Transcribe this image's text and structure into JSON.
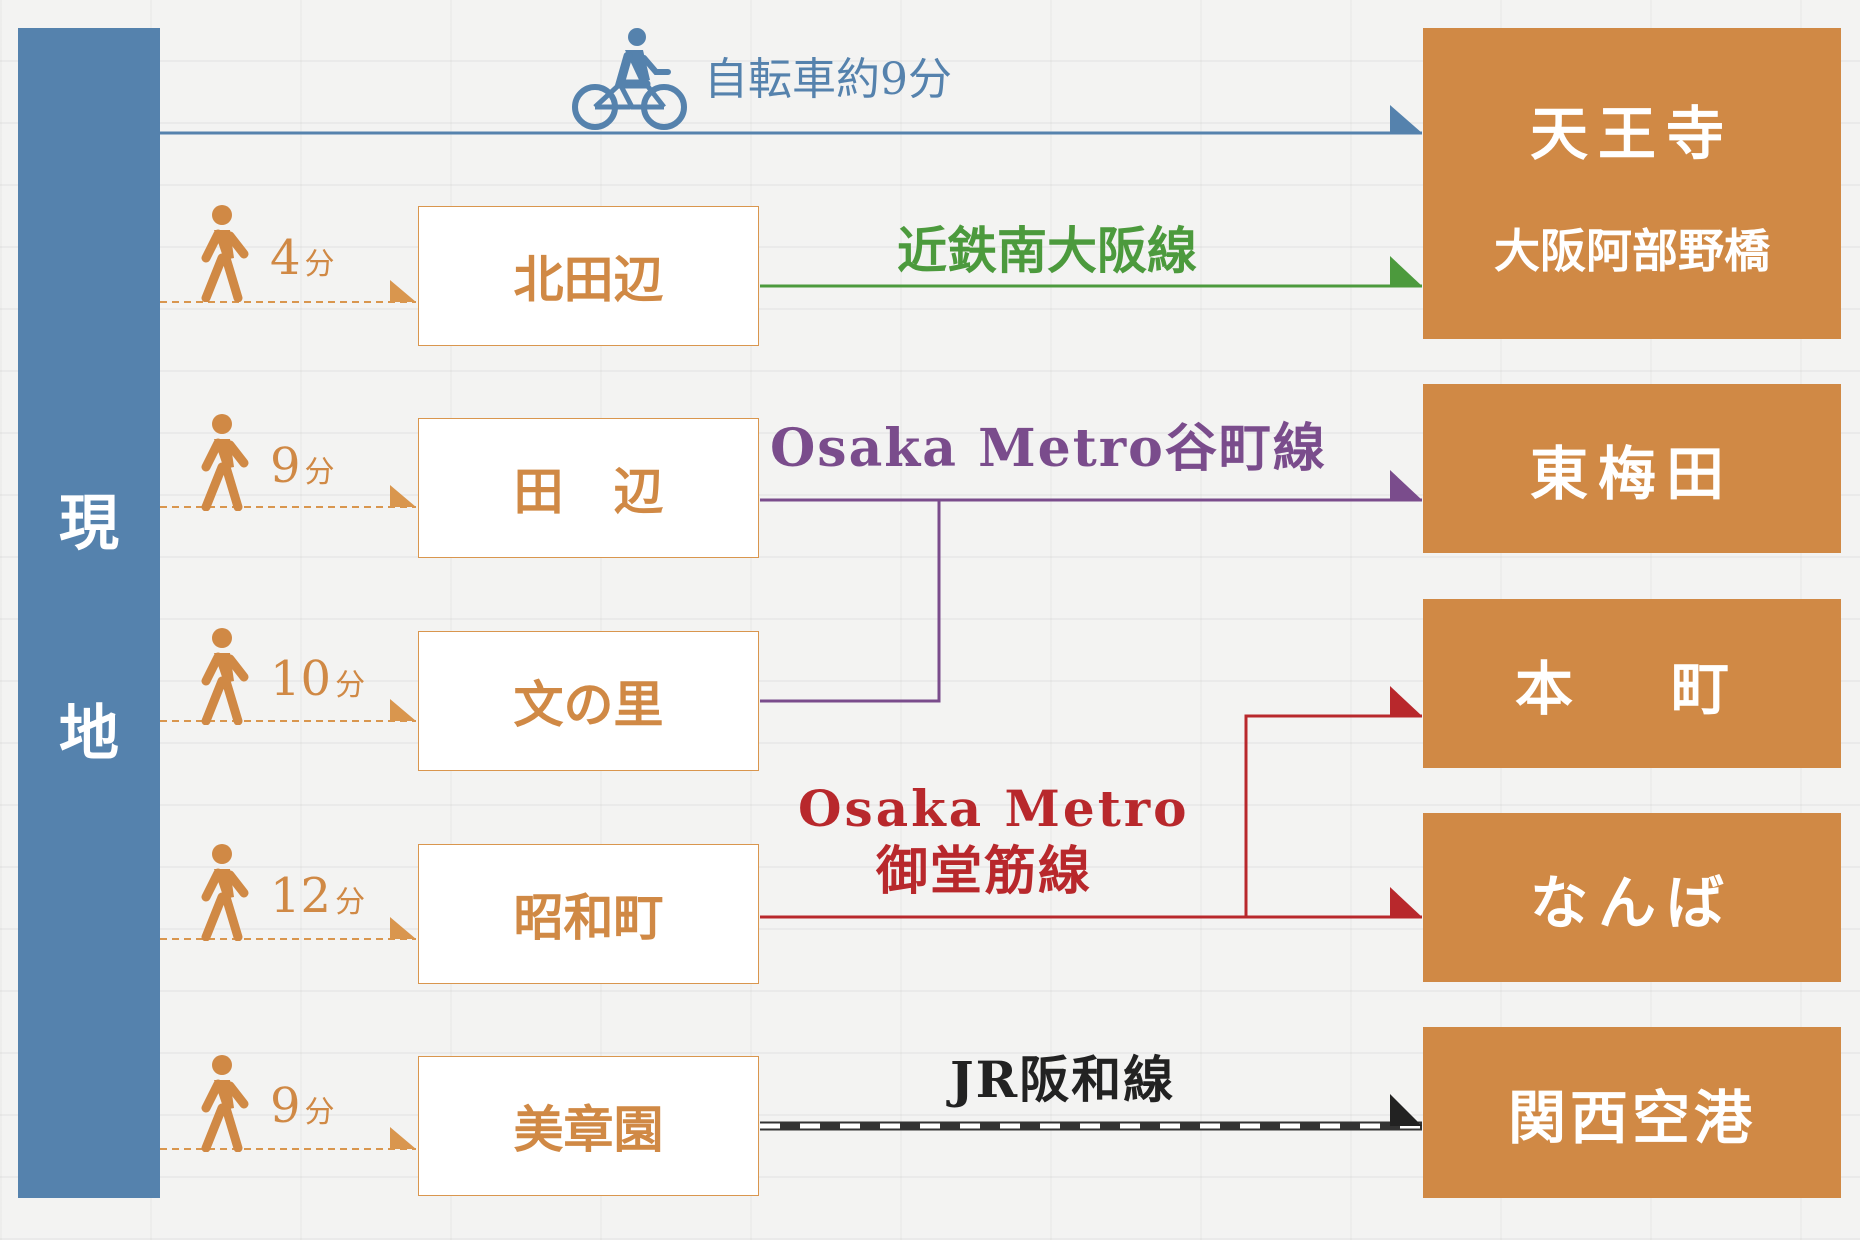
{
  "origin": {
    "chars": [
      "現",
      "地"
    ]
  },
  "bicycle": {
    "label": "自転車約9分",
    "color": "#5582ad"
  },
  "walk_unit": "分",
  "stations": [
    {
      "name": "北田辺",
      "walk_minutes": "4"
    },
    {
      "name": "田　辺",
      "walk_minutes": "9"
    },
    {
      "name": "文の里",
      "walk_minutes": "10"
    },
    {
      "name": "昭和町",
      "walk_minutes": "12"
    },
    {
      "name": "美章園",
      "walk_minutes": "9"
    }
  ],
  "destinations": [
    {
      "name": "天王寺",
      "sub": "大阪阿部野橋"
    },
    {
      "name": "東梅田"
    },
    {
      "name": "本　町"
    },
    {
      "name": "なんば"
    },
    {
      "name": "関西空港"
    }
  ],
  "lines": {
    "kintetsu": {
      "label": "近鉄南大阪線",
      "color": "#4c9a3d"
    },
    "tanimachi": {
      "label": "Osaka Metro谷町線",
      "color": "#7a4c8c"
    },
    "midosuji": {
      "label_1": "Osaka Metro",
      "label_2": "御堂筋線",
      "color": "#b8282c"
    },
    "jr": {
      "label": "JR阪和線",
      "color": "#222222"
    }
  },
  "colors": {
    "walk": "#d08945",
    "dest_fill": "#d08945",
    "origin_fill": "#5582ad"
  }
}
